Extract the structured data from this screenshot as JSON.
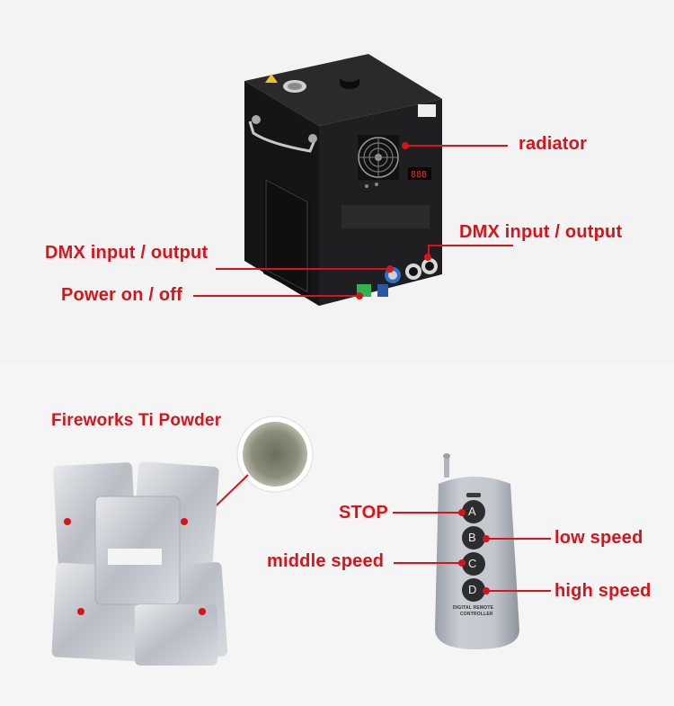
{
  "top_callouts": {
    "radiator": "radiator",
    "dmx_right": "DMX input / output",
    "dmx_left": "DMX input / output",
    "power": "Power on / off"
  },
  "bottom_callouts": {
    "powder_title": "Fireworks Ti Powder",
    "stop": "STOP",
    "middle_speed": "middle speed",
    "low_speed": "low speed",
    "high_speed": "high speed"
  },
  "remote": {
    "btn_a": "A",
    "btn_b": "B",
    "btn_c": "C",
    "btn_d": "D",
    "caption_line1": "DIGITAL REMOTE",
    "caption_line2": "CONTROLLER"
  },
  "colors": {
    "accent": "#d8141b",
    "device_body": "#1d1d1f",
    "remote_body": "#bfc4cc",
    "bag_foil": "#c9ccd1"
  }
}
